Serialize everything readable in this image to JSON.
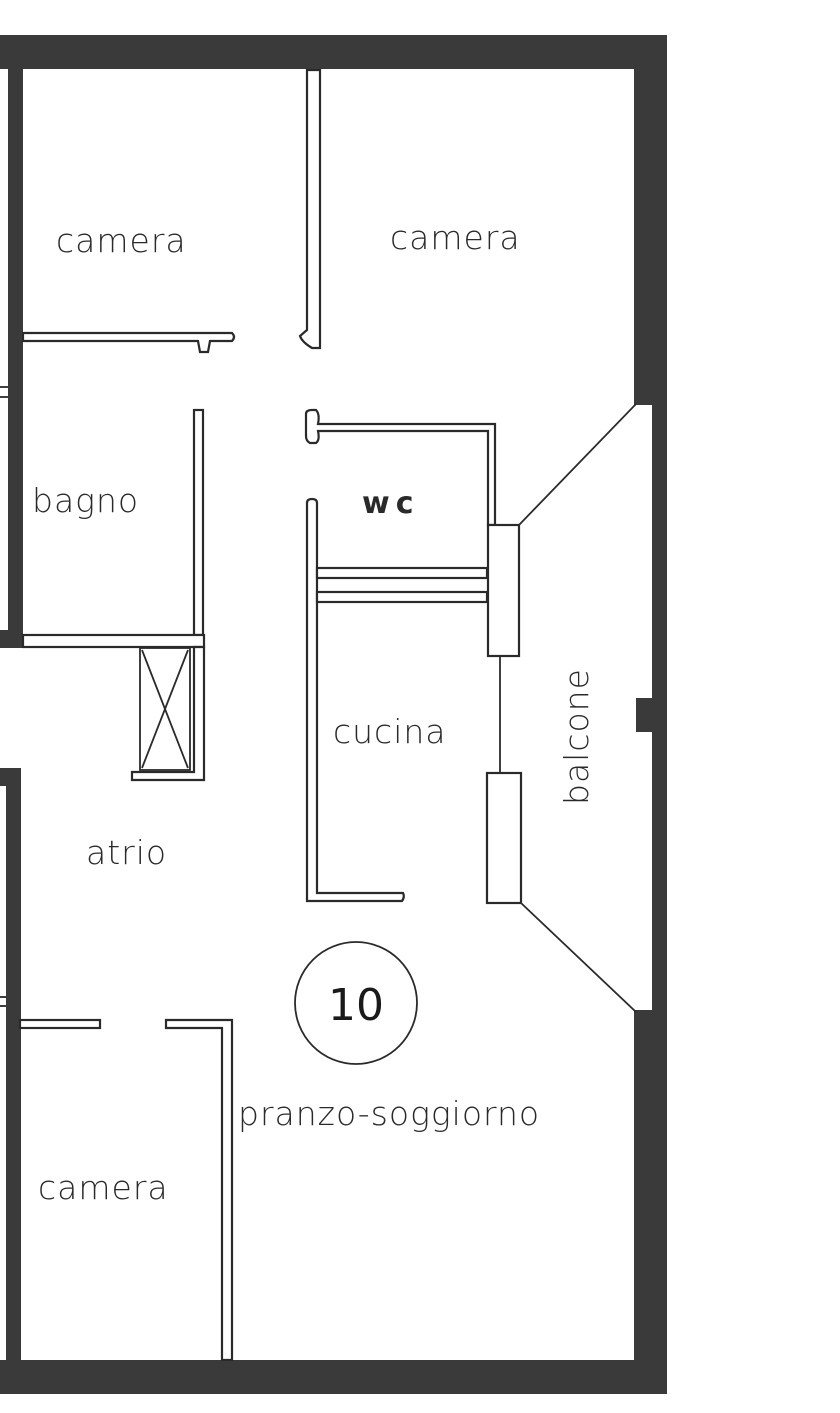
{
  "plan": {
    "unit_number": "10",
    "rooms": [
      {
        "id": "camera-nw",
        "label": "camera"
      },
      {
        "id": "camera-ne",
        "label": "camera"
      },
      {
        "id": "bagno",
        "label": "bagno"
      },
      {
        "id": "wc",
        "label": "wc"
      },
      {
        "id": "cucina",
        "label": "cucina"
      },
      {
        "id": "balcone",
        "label": "balcone"
      },
      {
        "id": "atrio",
        "label": "atrio"
      },
      {
        "id": "camera-sw",
        "label": "camera"
      },
      {
        "id": "pranzo-soggiorno",
        "label": "pranzo-soggiorno"
      }
    ],
    "colors": {
      "wall": "#3a3a3a",
      "line": "#2a2a2a",
      "background": "#ffffff"
    }
  }
}
